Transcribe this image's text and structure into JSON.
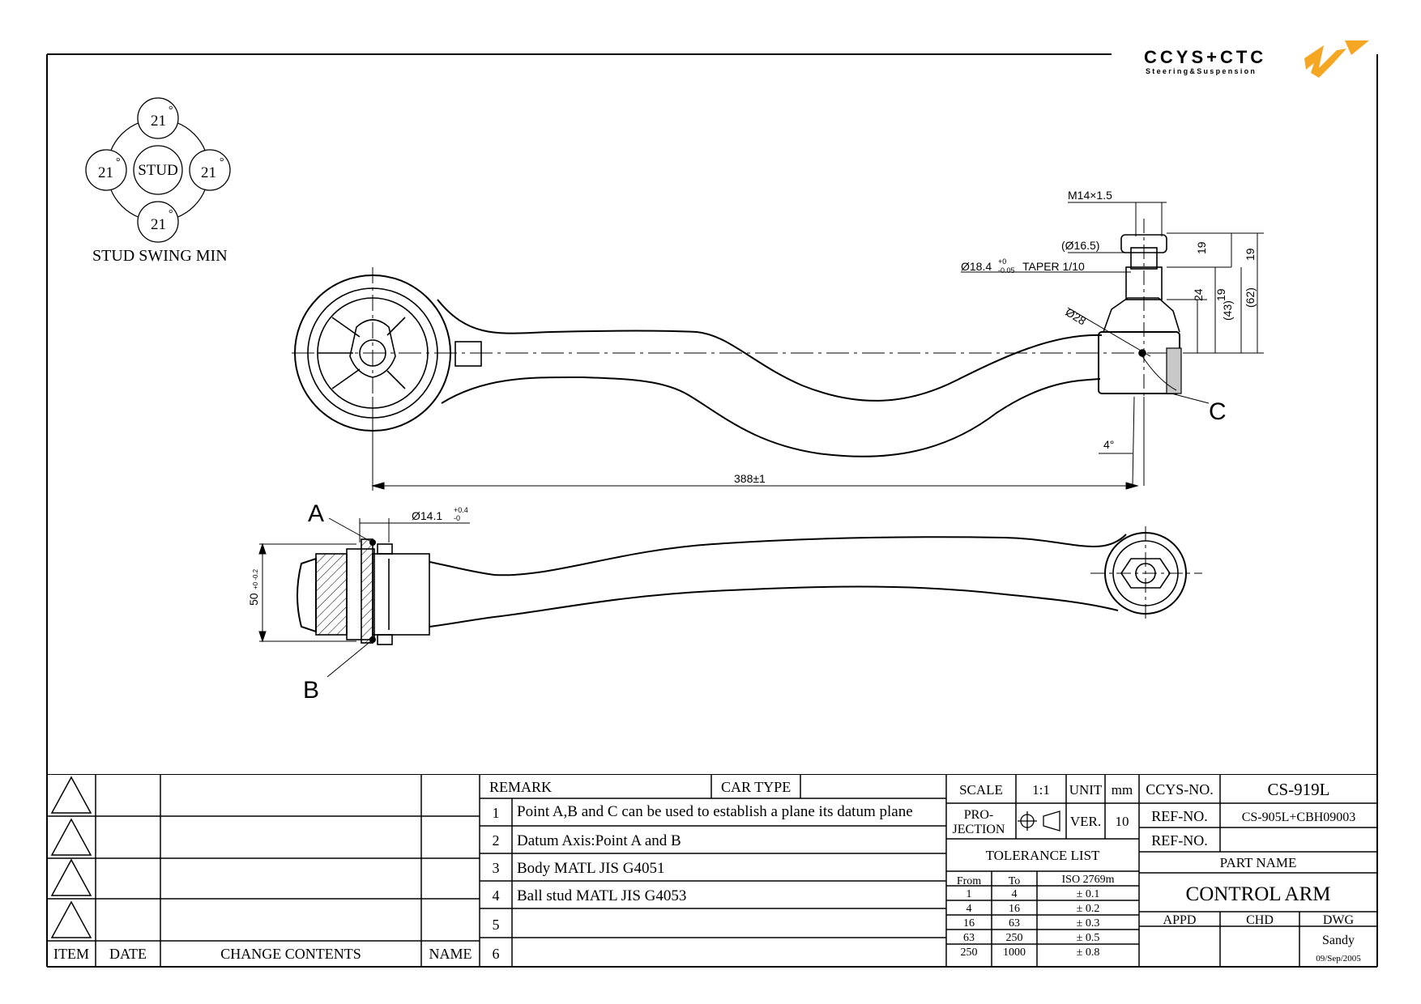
{
  "logo": {
    "brand": "CCYS+CTC",
    "tagline": "Steering&Suspension",
    "accent": "#f5a623",
    "gray": "#808080"
  },
  "swing": {
    "top": "21",
    "left": "21",
    "right": "21",
    "bottom": "21",
    "deg": "°",
    "center": "STUD",
    "caption": "STUD SWING MIN"
  },
  "dims": {
    "thread": "M14×1.5",
    "nut_dia": "(Ø16.5)",
    "taper_base": "Ø18.4",
    "taper_tol_up": "+0",
    "taper_tol_dn": "-0.05",
    "taper_label": "TAPER 1/10",
    "ball_dia": "Ø28",
    "d19a": "19",
    "d19b": "19",
    "d24": "24",
    "d43": "(43)",
    "d62": "(62)",
    "angle": "4°",
    "length": "388±1",
    "bush_dia": "Ø14.1",
    "bush_tol_up": "+0.4",
    "bush_tol_dn": "-0",
    "width": "50",
    "width_tol": "+0 -0.2",
    "point_a": "A",
    "point_b": "B",
    "point_c": "C"
  },
  "revisions": {
    "headers": {
      "item": "ITEM",
      "date": "DATE",
      "change": "CHANGE CONTENTS",
      "name": "NAME"
    }
  },
  "remarks": {
    "header": "REMARK",
    "car_type_label": "CAR TYPE",
    "car_type_value": "",
    "rows": [
      {
        "no": "1",
        "text": "Point A,B and C can be used to establish a plane its datum plane"
      },
      {
        "no": "2",
        "text": "Datum Axis:Point A and B"
      },
      {
        "no": "3",
        "text": "Body MATL JIS G4051"
      },
      {
        "no": "4",
        "text": "Ball stud MATL JIS G4053"
      },
      {
        "no": "5",
        "text": ""
      },
      {
        "no": "6",
        "text": ""
      }
    ]
  },
  "spec": {
    "scale_label": "SCALE",
    "scale_value": "1:1",
    "unit_label": "UNIT",
    "unit_value": "mm",
    "projection_label_1": "PRO-",
    "projection_label_2": "JECTION",
    "ver_label": "VER.",
    "ver_value": "10"
  },
  "tolerance": {
    "title": "TOLERANCE LIST",
    "headers": [
      "From",
      "To",
      "ISO 2769m"
    ],
    "rows": [
      [
        "1",
        "4",
        "± 0.1"
      ],
      [
        "4",
        "16",
        "± 0.2"
      ],
      [
        "16",
        "63",
        "± 0.3"
      ],
      [
        "63",
        "250",
        "± 0.5"
      ],
      [
        "250",
        "1000",
        "± 0.8"
      ]
    ]
  },
  "part": {
    "ccys_label": "CCYS-NO.",
    "ccys_value": "CS-919L",
    "ref1_label": "REF-NO.",
    "ref1_value": "CS-905L+CBH09003",
    "ref2_label": "REF-NO.",
    "ref2_value": "",
    "part_name_label": "PART NAME",
    "part_name": "CONTROL ARM",
    "appd": "APPD",
    "chd": "CHD",
    "dwg": "DWG",
    "drawer": "Sandy",
    "date": "09/Sep/2005"
  }
}
